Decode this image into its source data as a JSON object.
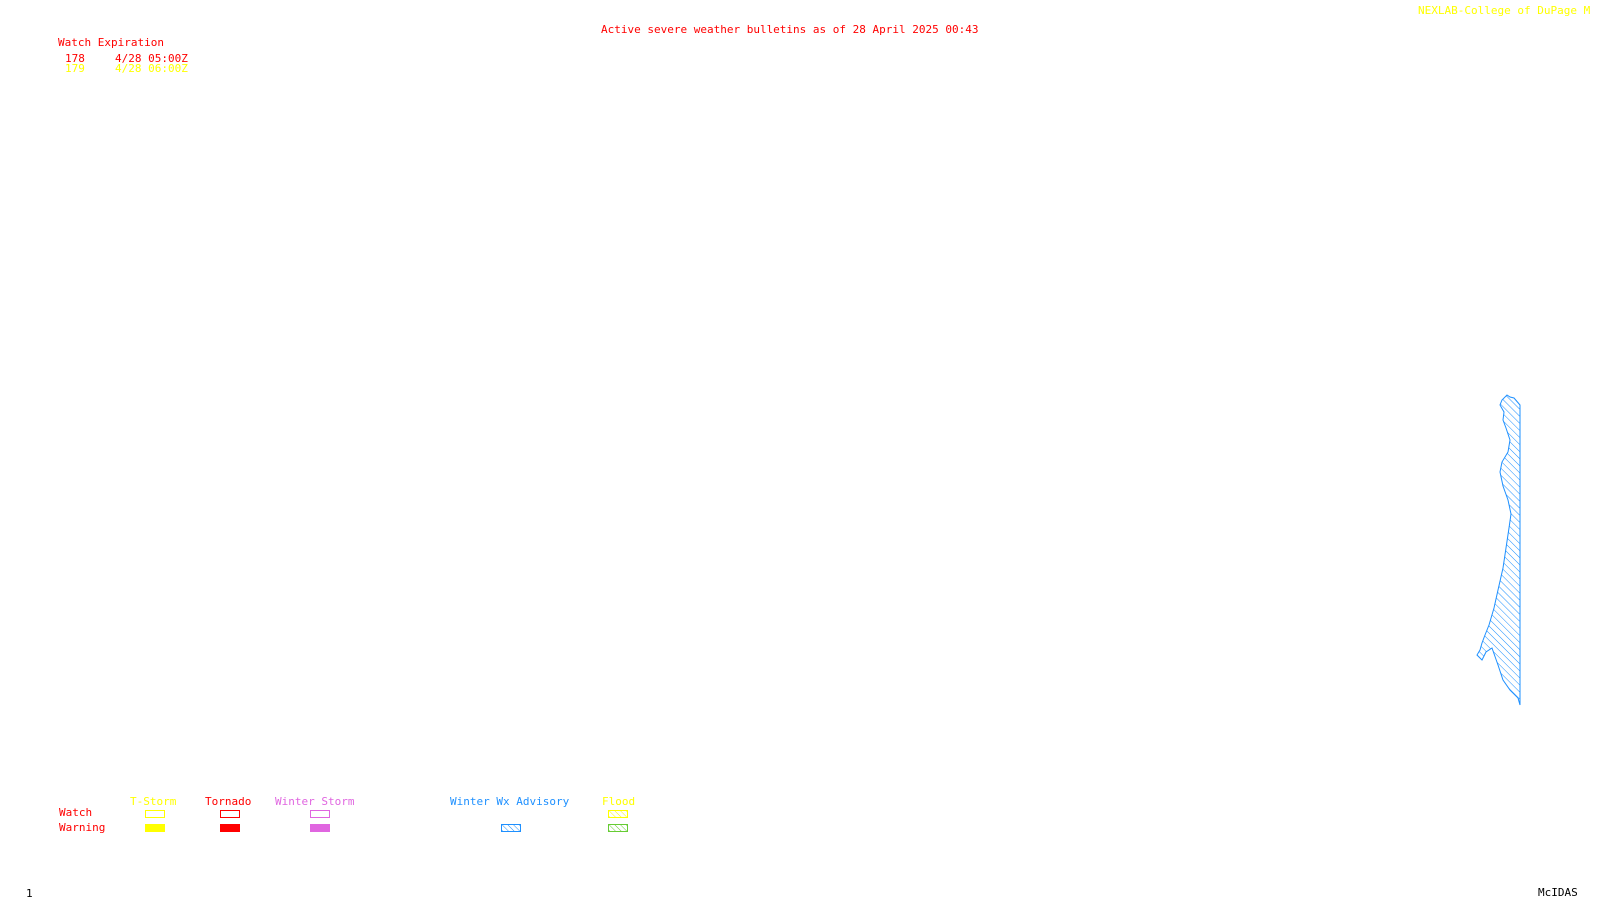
{
  "header": {
    "title": "Active severe weather bulletins as of 28 April 2025 00:43",
    "credit": "NEXLAB-College of DuPage M"
  },
  "watch_table": {
    "heading": "Watch Expiration",
    "rows": [
      {
        "number": "178",
        "expiration": "4/28 05:00Z",
        "color": "#ff0000"
      },
      {
        "number": "179",
        "expiration": "4/28 06:00Z",
        "color": "#ffff00"
      }
    ]
  },
  "legend": {
    "row_labels": {
      "watch": "Watch",
      "warning": "Warning"
    },
    "categories": [
      {
        "label": "T-Storm",
        "color": "#ffff00"
      },
      {
        "label": "Tornado",
        "color": "#ff0000"
      },
      {
        "label": "Winter Storm",
        "color": "#e066e0"
      },
      {
        "label": "Winter Wx Advisory",
        "color": "#1e90ff"
      },
      {
        "label": "Flood",
        "color": "#ffff00",
        "warning_color": "#66cc33"
      }
    ]
  },
  "footer": {
    "frame_number": "1",
    "software": "McIDAS"
  },
  "map": {
    "features": [
      {
        "type": "Winter Wx Advisory",
        "style": "hatched",
        "color": "#1e90ff"
      }
    ]
  }
}
